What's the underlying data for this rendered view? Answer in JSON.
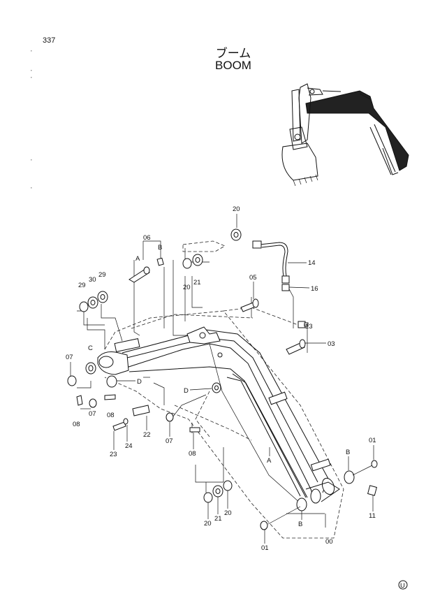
{
  "header": {
    "page_number": "337",
    "title_jp": "ブーム",
    "title_en": "BOOM"
  },
  "callouts": {
    "p00": "00",
    "p01a": "01",
    "p01b": "01",
    "p03": "03",
    "p05": "05",
    "p06": "06",
    "p07a": "07",
    "p07b": "07",
    "p07c": "07",
    "p08a": "08",
    "p08b": "08",
    "p08c": "08",
    "p11": "11",
    "p13": "13",
    "p14": "14",
    "p16": "16",
    "p20a": "20",
    "p20b": "20",
    "p20c": "20",
    "p20d": "20",
    "p21a": "21",
    "p21b": "21",
    "p22": "22",
    "p23": "23",
    "p24": "24",
    "p29a": "29",
    "p29b": "29",
    "p30": "30",
    "refA1": "A",
    "refA2": "A",
    "refB1": "B",
    "refB2": "B",
    "refB3": "B",
    "refC": "C",
    "refD1": "D",
    "refD2": "D"
  },
  "footer": {
    "mark": "U"
  }
}
